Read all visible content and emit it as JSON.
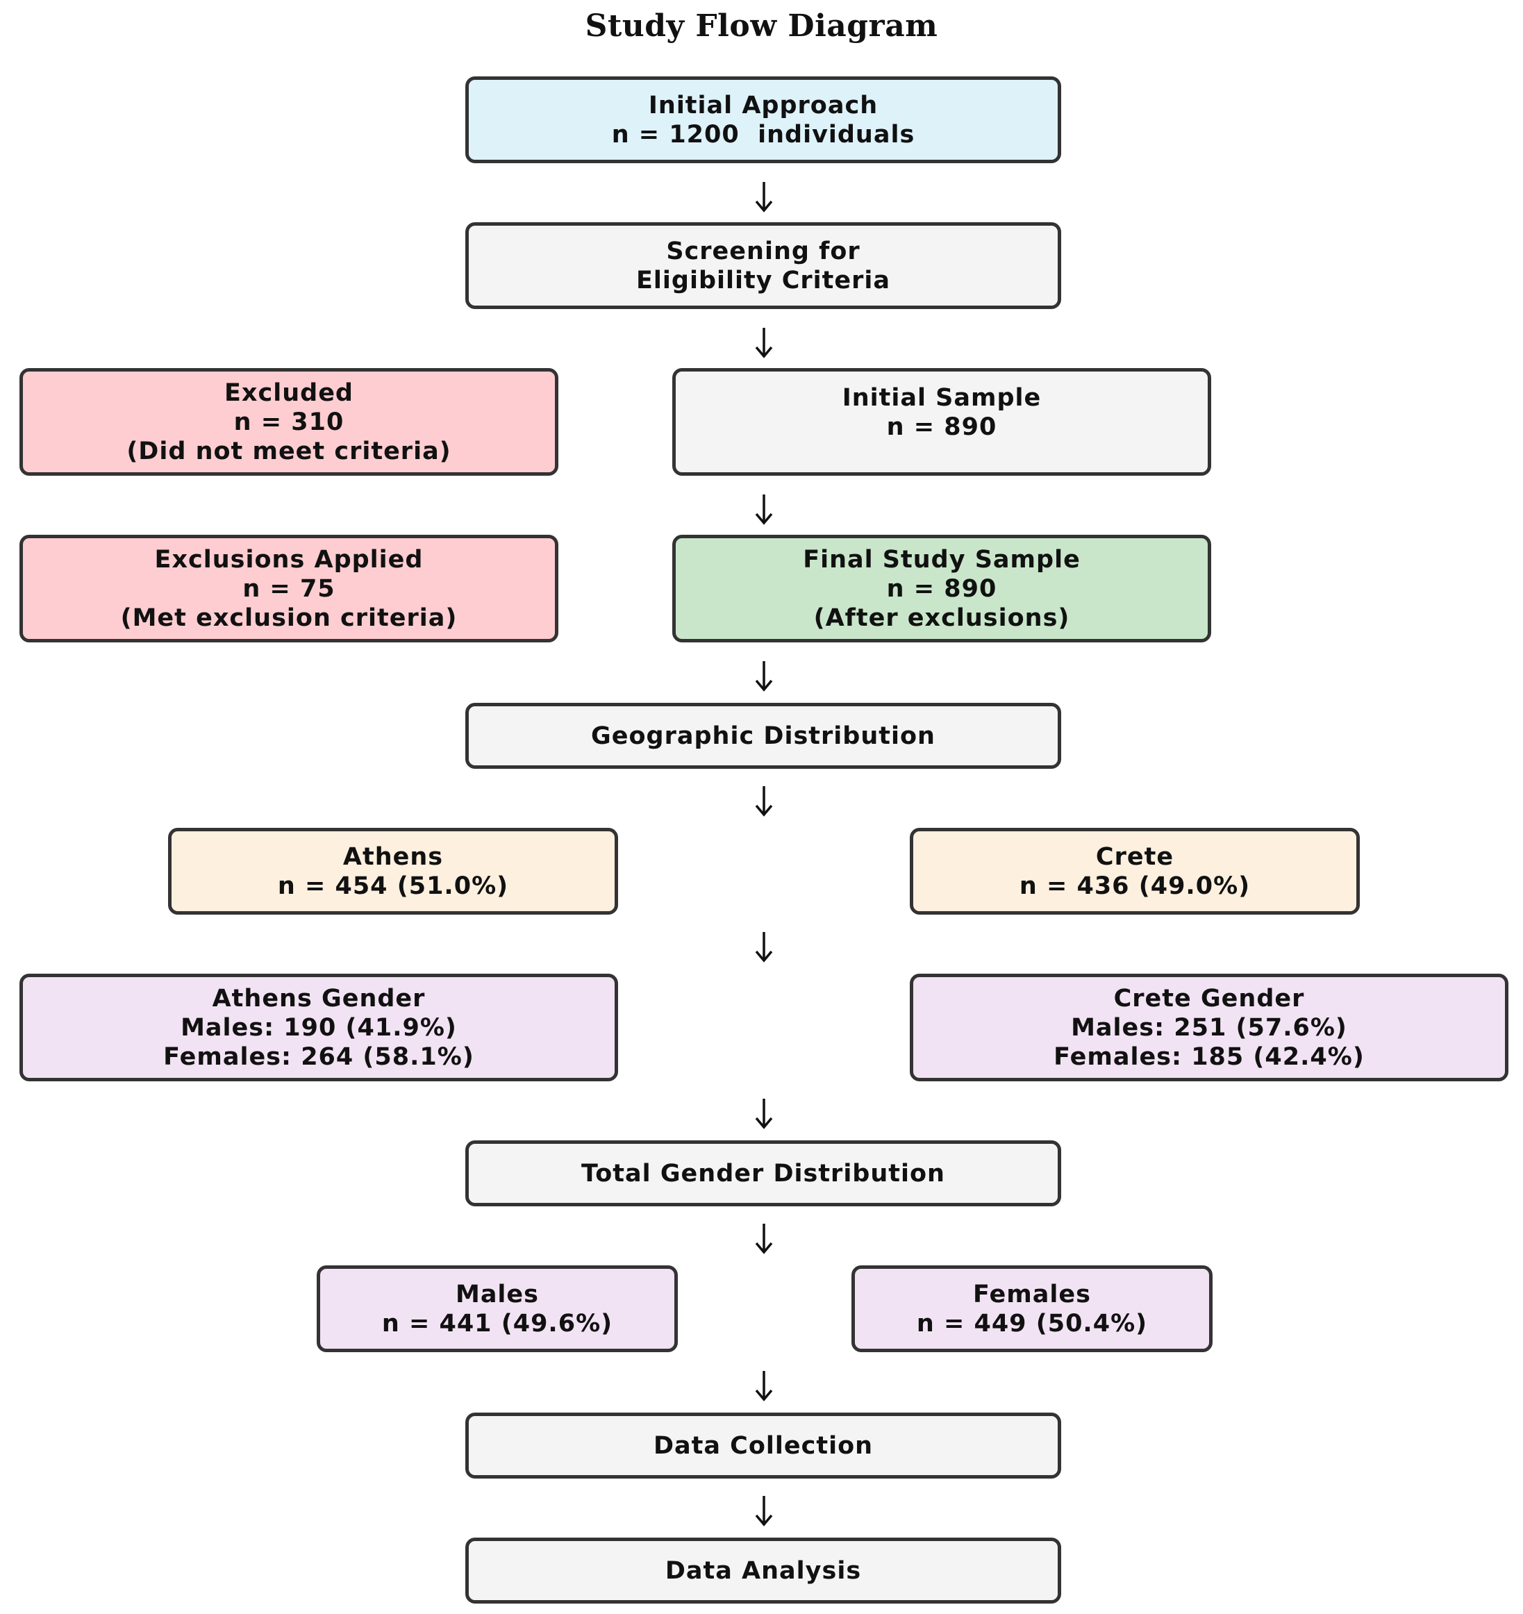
{
  "diagram": {
    "title": "Study Flow Diagram",
    "nodes": {
      "initial_approach": {
        "lines": [
          "Initial Approach",
          "n = 1200  individuals"
        ]
      },
      "screening": {
        "lines": [
          "Screening for",
          "Eligibility Criteria"
        ]
      },
      "excluded": {
        "lines": [
          "Excluded",
          "n = 310",
          "(Did not meet criteria)"
        ]
      },
      "initial_sample": {
        "lines": [
          "Initial Sample",
          "n = 890",
          ""
        ]
      },
      "exclusions_applied": {
        "lines": [
          "Exclusions Applied",
          "n = 75",
          "(Met exclusion criteria)"
        ]
      },
      "final_sample": {
        "lines": [
          "Final Study Sample",
          "n = 890",
          "(After exclusions)"
        ]
      },
      "geographic": {
        "lines": [
          "Geographic Distribution"
        ]
      },
      "athens": {
        "lines": [
          "Athens",
          "n = 454 (51.0%)"
        ]
      },
      "crete": {
        "lines": [
          "Crete",
          "n = 436 (49.0%)"
        ]
      },
      "athens_gender": {
        "lines": [
          "Athens Gender",
          "Males: 190 (41.9%)",
          "Females: 264 (58.1%)"
        ]
      },
      "crete_gender": {
        "lines": [
          "Crete Gender",
          "Males: 251 (57.6%)",
          "Females: 185 (42.4%)"
        ]
      },
      "total_gender": {
        "lines": [
          "Total Gender Distribution"
        ]
      },
      "males": {
        "lines": [
          "Males",
          "n = 441 (49.6%)"
        ]
      },
      "females": {
        "lines": [
          "Females",
          "n = 449 (50.4%)"
        ]
      },
      "data_collection": {
        "lines": [
          "Data Collection"
        ]
      },
      "data_analysis": {
        "lines": [
          "Data Analysis"
        ]
      }
    },
    "colors": {
      "start": "#def2fa",
      "process": "#f4f4f4",
      "excluded": "#fdcdd1",
      "final": "#c9e6ca",
      "location": "#fef0df",
      "gender": "#f2e3f4",
      "border": "#333333"
    }
  }
}
